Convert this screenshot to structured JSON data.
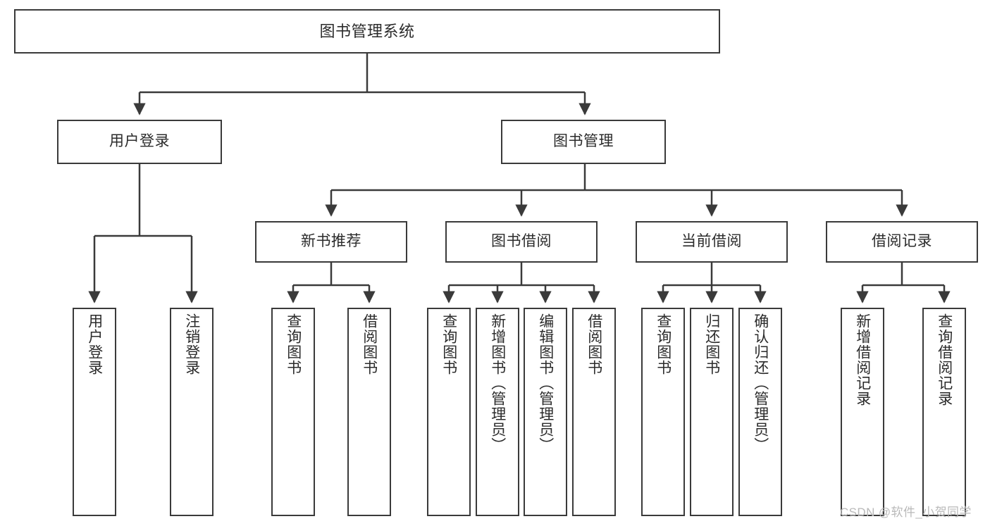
{
  "diagram": {
    "title": "图书管理系统",
    "watermark": "CSDN @软件_小贺同学",
    "colors": {
      "box_border": "#3a3a3a",
      "box_fill": "#ffffff",
      "connector": "#3a3a3a",
      "text": "#2b2b2b",
      "watermark": "#b9b9b9",
      "background": "#ffffff"
    },
    "nodes": {
      "root": {
        "label": "图书管理系统",
        "orientation": "horizontal"
      },
      "level2": [
        {
          "id": "user-login",
          "label": "用户登录",
          "orientation": "horizontal"
        },
        {
          "id": "book-manage",
          "label": "图书管理",
          "orientation": "horizontal"
        }
      ],
      "level3": [
        {
          "id": "new-book-recommend",
          "label": "新书推荐",
          "orientation": "horizontal"
        },
        {
          "id": "book-borrow",
          "label": "图书借阅",
          "orientation": "horizontal"
        },
        {
          "id": "current-borrow",
          "label": "当前借阅",
          "orientation": "horizontal"
        },
        {
          "id": "borrow-record",
          "label": "借阅记录",
          "orientation": "horizontal"
        }
      ],
      "leaves": [
        {
          "id": "leaf-user-login",
          "parent": "user-login",
          "label": "用户登录",
          "orientation": "vertical"
        },
        {
          "id": "leaf-logout-login",
          "parent": "user-login",
          "label": "注销登录",
          "orientation": "vertical"
        },
        {
          "id": "leaf-query-book-1",
          "parent": "new-book-recommend",
          "label": "查询图书",
          "orientation": "vertical"
        },
        {
          "id": "leaf-borrow-book-1",
          "parent": "new-book-recommend",
          "label": "借阅图书",
          "orientation": "vertical"
        },
        {
          "id": "leaf-query-book-2",
          "parent": "book-borrow",
          "label": "查询图书",
          "orientation": "vertical"
        },
        {
          "id": "leaf-add-book",
          "parent": "book-borrow",
          "label": "新增图书（管理员）",
          "orientation": "vertical"
        },
        {
          "id": "leaf-edit-book",
          "parent": "book-borrow",
          "label": "编辑图书（管理员）",
          "orientation": "vertical"
        },
        {
          "id": "leaf-borrow-book-2",
          "parent": "book-borrow",
          "label": "借阅图书",
          "orientation": "vertical"
        },
        {
          "id": "leaf-query-book-3",
          "parent": "current-borrow",
          "label": "查询图书",
          "orientation": "vertical"
        },
        {
          "id": "leaf-return-book",
          "parent": "current-borrow",
          "label": "归还图书",
          "orientation": "vertical"
        },
        {
          "id": "leaf-confirm-return",
          "parent": "current-borrow",
          "label": "确认归还（管理员）",
          "orientation": "vertical"
        },
        {
          "id": "leaf-add-record",
          "parent": "borrow-record",
          "label": "新增借阅记录",
          "orientation": "vertical"
        },
        {
          "id": "leaf-query-record",
          "parent": "borrow-record",
          "label": "查询借阅记录",
          "orientation": "vertical"
        }
      ]
    }
  }
}
